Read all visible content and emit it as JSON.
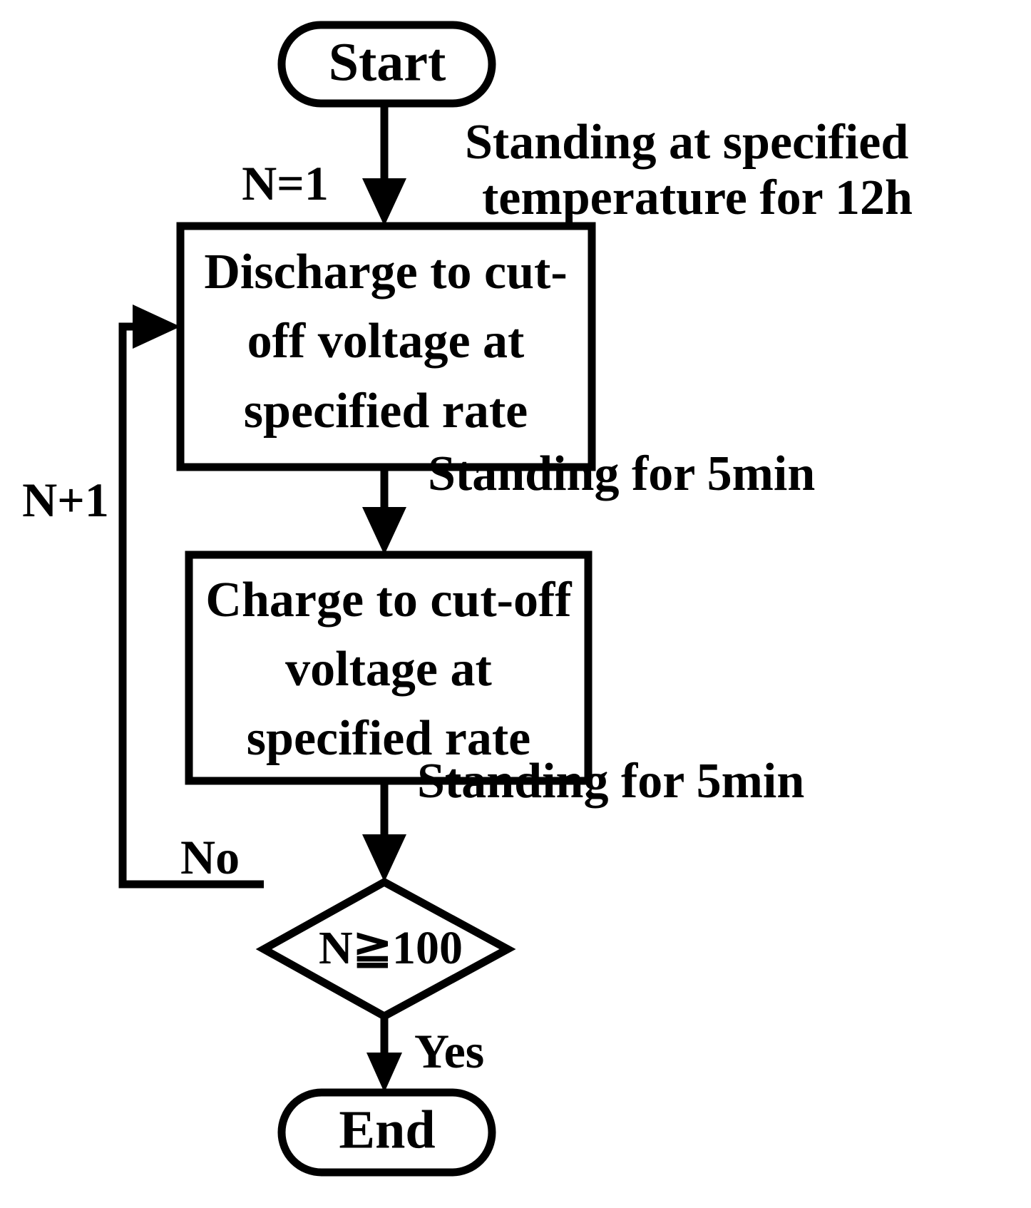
{
  "diagram": {
    "title": "Battery cycling test procedure flowchart",
    "type": "flowchart",
    "orientation": "top-to-bottom",
    "stroke_color": "#000000",
    "background_color": "#ffffff"
  },
  "nodes": {
    "start": {
      "label": "Start",
      "shape": "terminal"
    },
    "discharge": {
      "shape": "process",
      "lines": [
        "Discharge to cut-",
        "off voltage at",
        "specified rate"
      ]
    },
    "charge": {
      "shape": "process",
      "lines": [
        "Charge to cut-off",
        "voltage at",
        "specified rate"
      ]
    },
    "decision": {
      "label": "N≧100",
      "shape": "decision"
    },
    "end": {
      "label": "End",
      "shape": "terminal"
    }
  },
  "edge_labels": {
    "init_counter": "N=1",
    "standing_12h": [
      "Standing at specified",
      "temperature for 12h"
    ],
    "standing_5min_a": "Standing for 5min",
    "standing_5min_b": "Standing for 5min",
    "increment": "N+1",
    "branch_no": "No",
    "branch_yes": "Yes"
  }
}
